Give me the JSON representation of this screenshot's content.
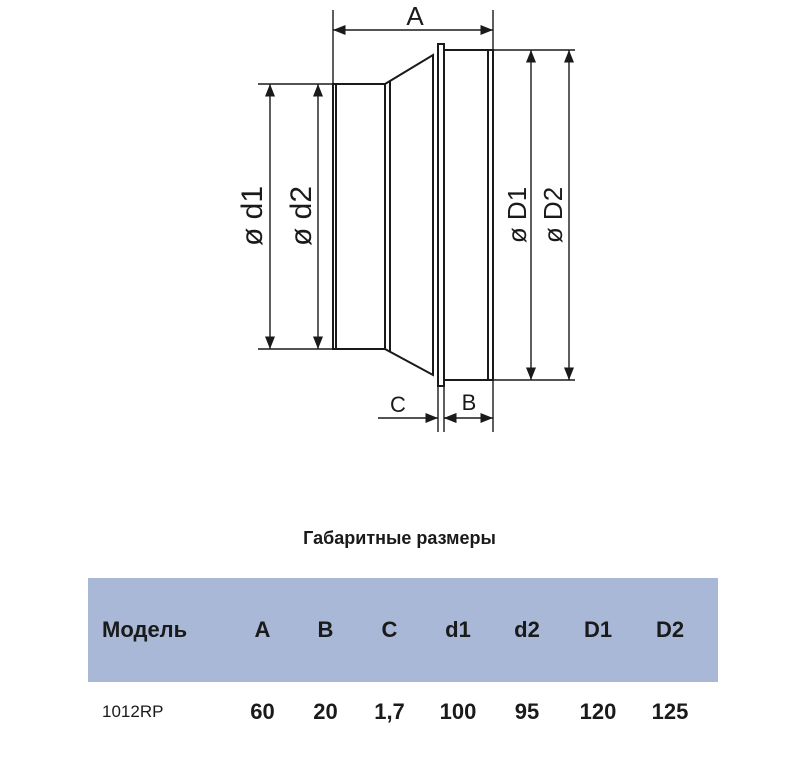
{
  "diagram": {
    "labels": {
      "A": "A",
      "B": "B",
      "C": "C",
      "d1": "ø d1",
      "d2": "ø d2",
      "D1": "ø D1",
      "D2": "ø D2"
    },
    "line_color": "#1a1a1a"
  },
  "table": {
    "title": "Габаритные размеры",
    "header_color": "#a8b8d6",
    "headers": [
      "Модель",
      "A",
      "B",
      "C",
      "d1",
      "d2",
      "D1",
      "D2"
    ],
    "rows": [
      [
        "1012RP",
        "60",
        "20",
        "1,7",
        "100",
        "95",
        "120",
        "125"
      ]
    ]
  }
}
